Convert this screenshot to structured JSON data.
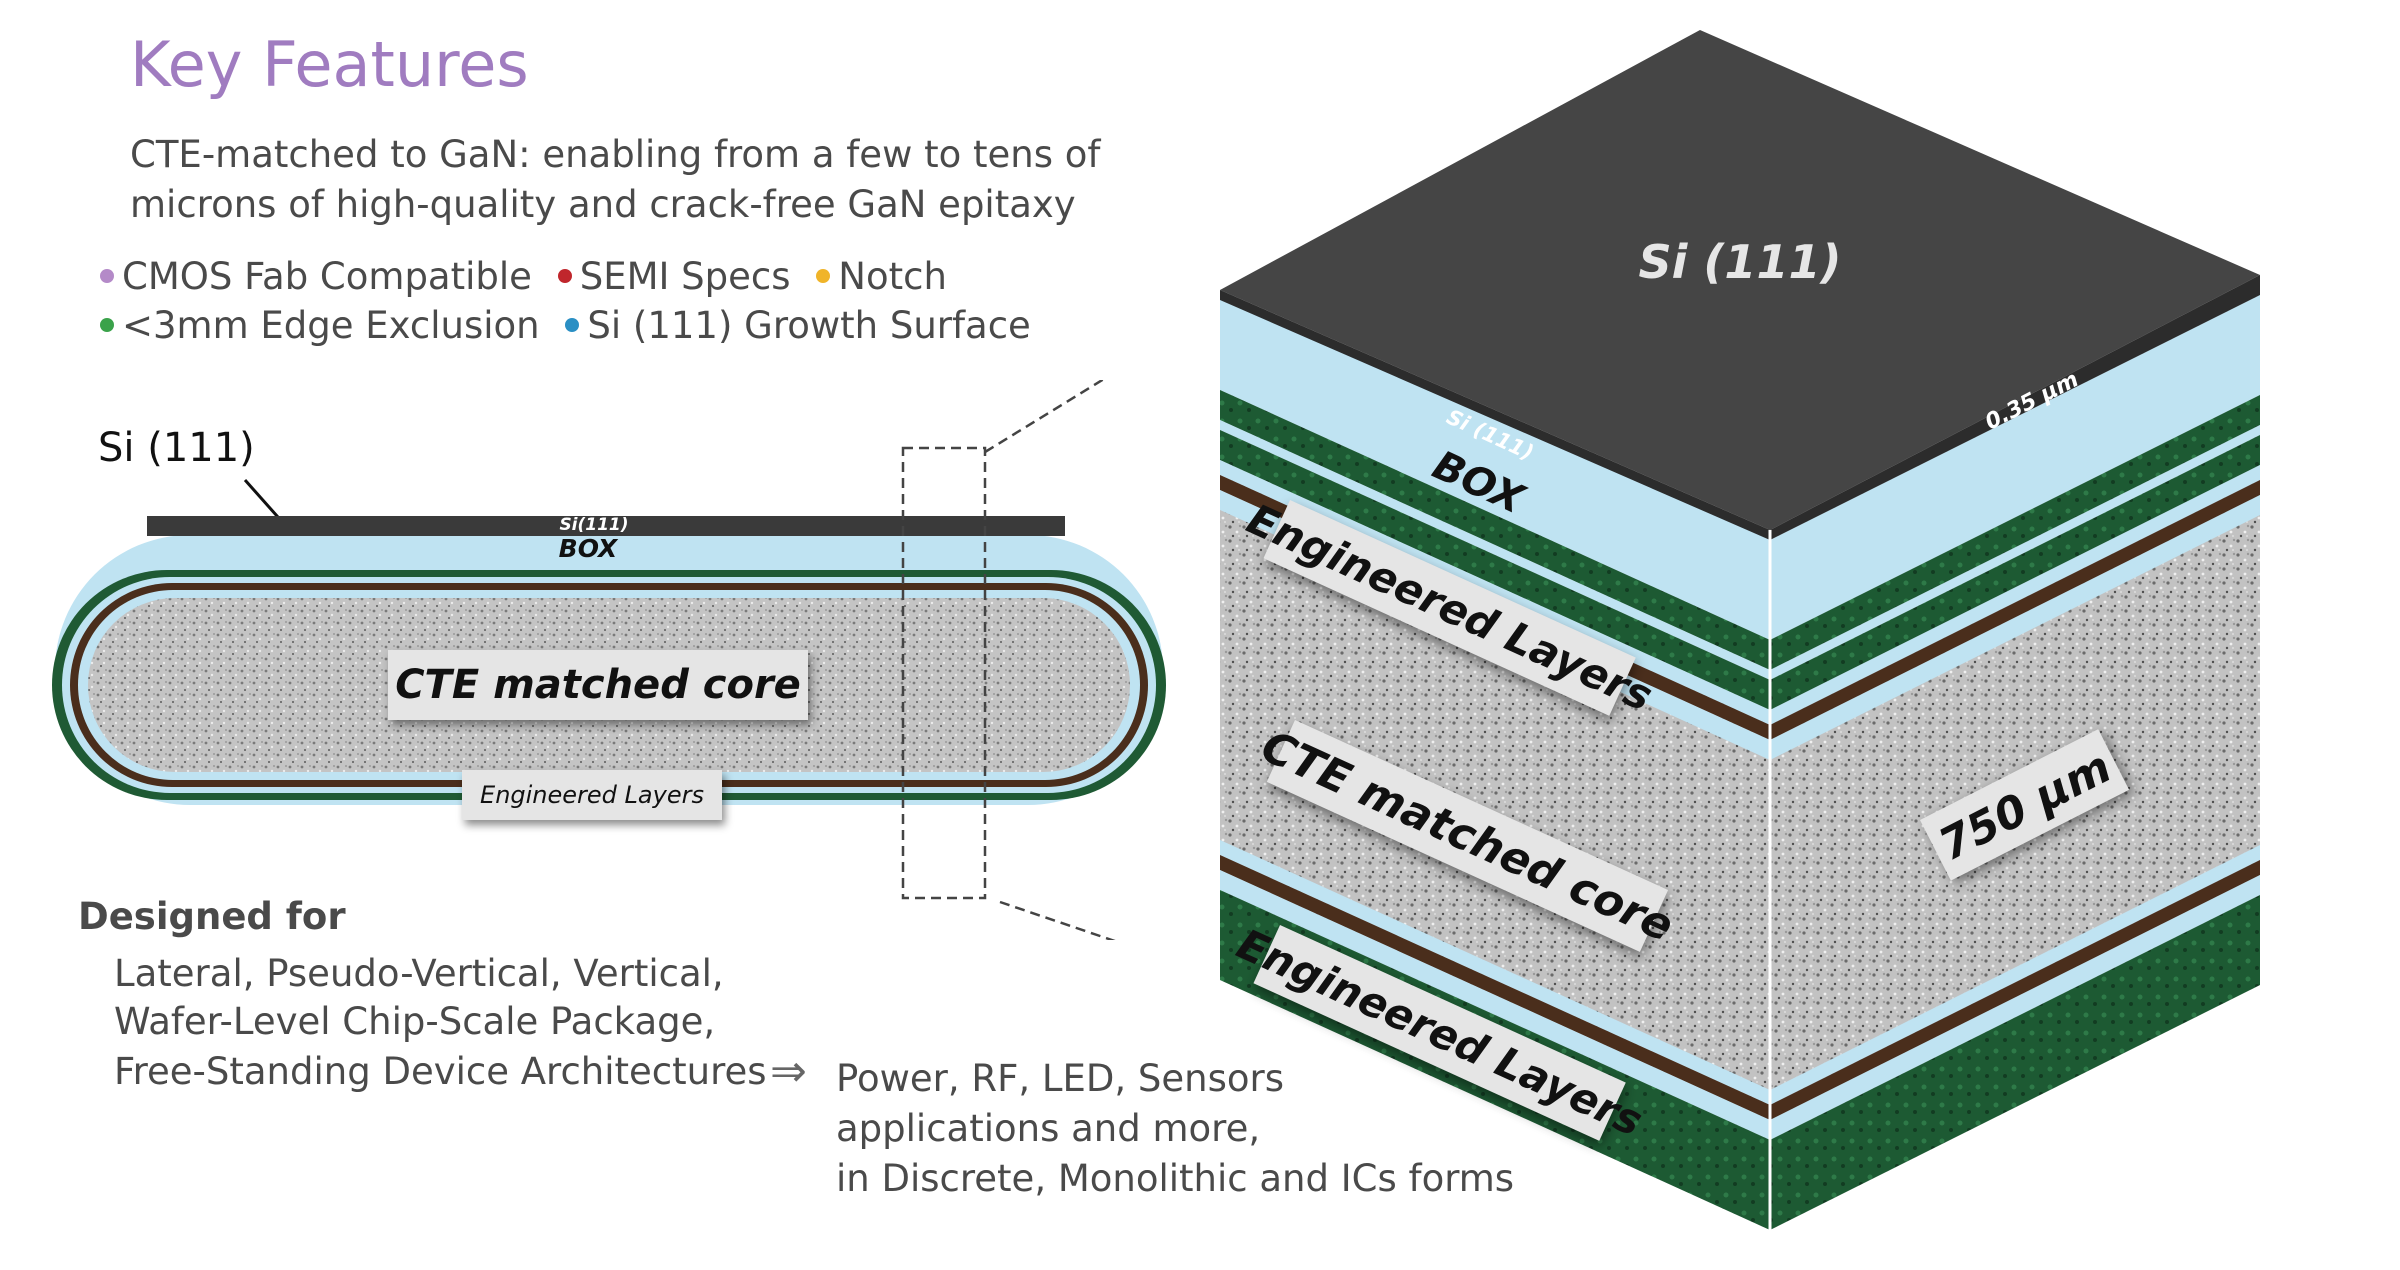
{
  "header": {
    "title": "Key Features",
    "intro": "CTE-matched to GaN: enabling from a few to tens of microns of high-quality and crack-free GaN epitaxy"
  },
  "features": [
    {
      "label": "CMOS Fab Compatible",
      "color": "#b48ac8"
    },
    {
      "label": "SEMI Specs",
      "color": "#c0262c"
    },
    {
      "label": "Notch",
      "color": "#f0b429"
    },
    {
      "label": "<3mm Edge Exclusion",
      "color": "#3aa24a"
    },
    {
      "label": "Si (111) Growth Surface",
      "color": "#2a8fc4"
    }
  ],
  "cross_section": {
    "si_callout": "Si (111)",
    "si_layer": "Si(111)",
    "box_layer": "BOX",
    "core_label": "CTE matched core",
    "engineered_label": "Engineered Layers"
  },
  "designed": {
    "heading": "Designed for",
    "lines": [
      "Lateral, Pseudo-Vertical, Vertical,",
      "Wafer-Level Chip-Scale Package,",
      "Free-Standing Device Architectures"
    ],
    "arrow": "⇒",
    "applications": [
      "Power, RF, LED, Sensors",
      "applications and more,",
      "in Discrete, Monolithic and ICs forms"
    ]
  },
  "cube": {
    "top_label": "Si (111)",
    "si_thin_label": "Si (111)",
    "thickness_top": "0.35 µm",
    "box_label": "BOX",
    "engineered_top": "Engineered Layers",
    "core_label": "CTE matched core",
    "core_thickness": "750 µm",
    "engineered_bottom": "Engineered Layers"
  },
  "colors": {
    "title": "#a07cc0",
    "text": "#4a4a4a",
    "si": "#3a3a3a",
    "box": "#bfe3f2",
    "green": "#1f5a34",
    "brown": "#4a2e1c",
    "core": "#b8b8b8"
  }
}
